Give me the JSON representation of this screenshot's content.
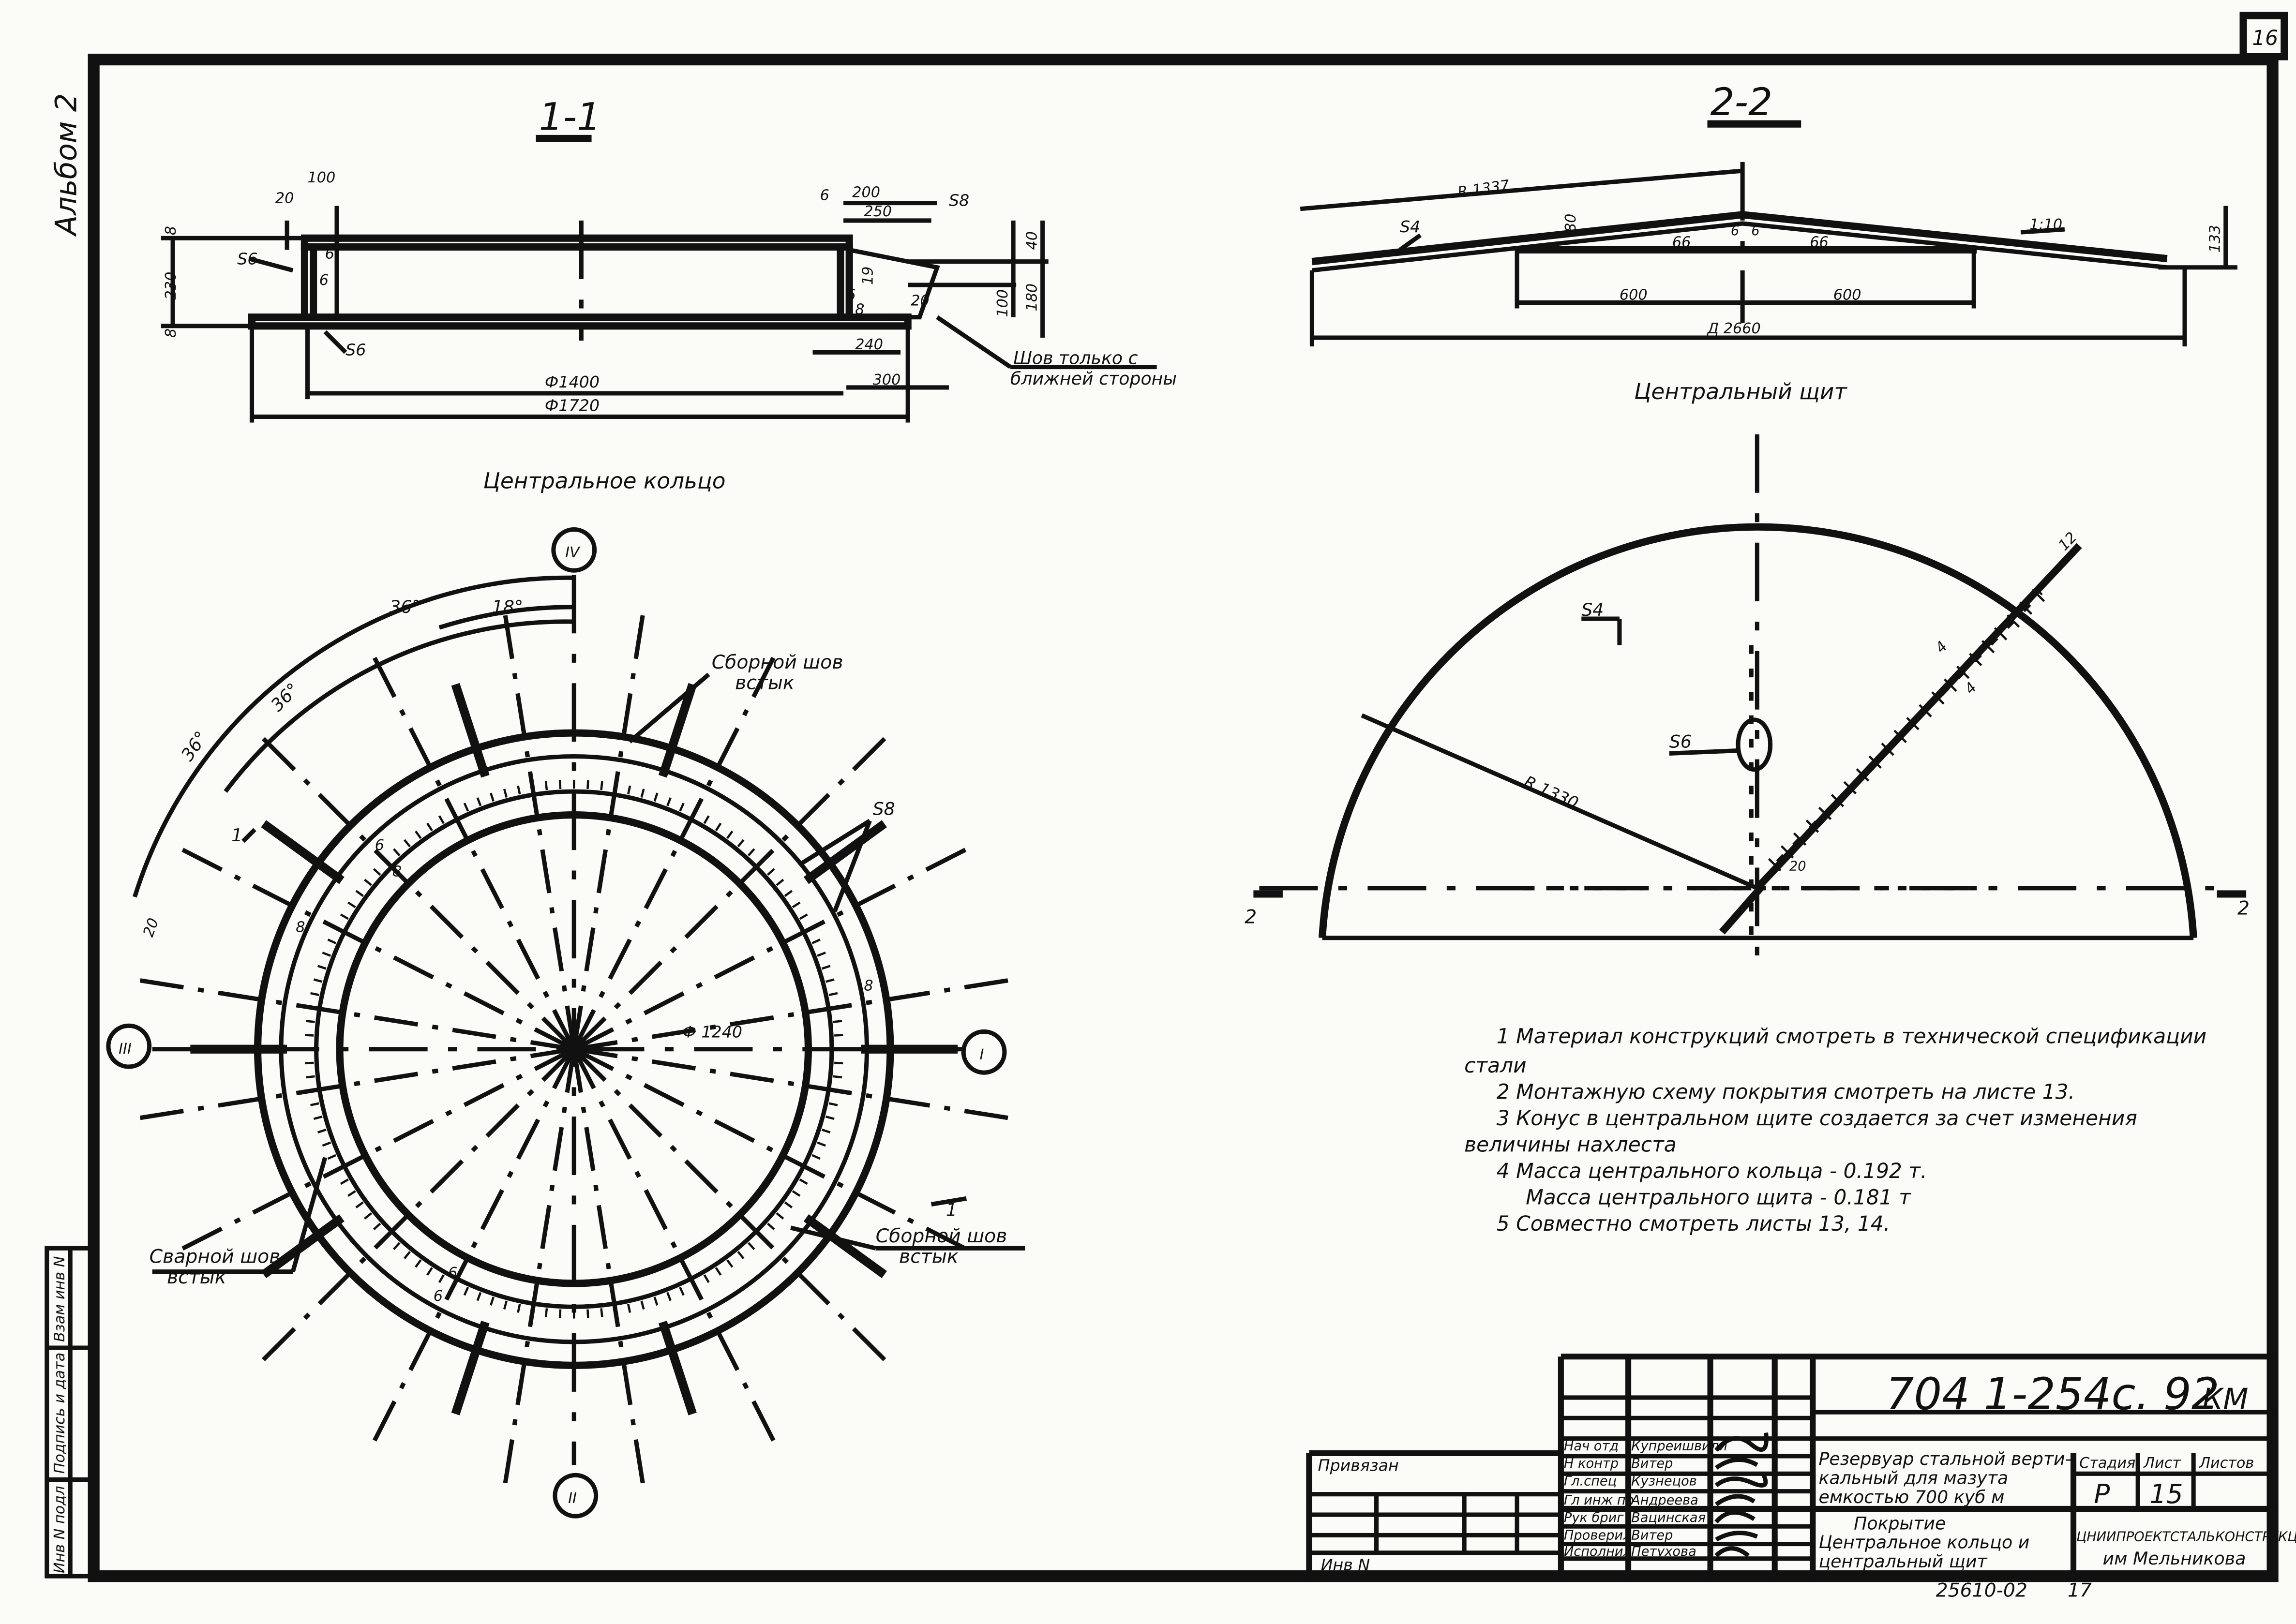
{
  "sheet": {
    "page_number": "16",
    "album": "Альбом 2"
  },
  "section_1": {
    "title": "1-1",
    "caption": "Центральное кольцо",
    "dims": {
      "d100": "100",
      "d20": "20",
      "d8a": "8",
      "d8b": "8",
      "d230": "230",
      "d6a": "6",
      "d6b": "6",
      "d6c": "6",
      "d200": "200",
      "d250": "250",
      "d40": "40",
      "d19": "19",
      "d20b": "20",
      "d100b": "100",
      "d180": "180",
      "d6d": "6",
      "d8c": "8",
      "d240": "240",
      "d300": "300",
      "phi1400": "Ф1400",
      "phi1720": "Ф1720"
    },
    "labels": {
      "s6a": "S6",
      "s6b": "S6",
      "s8": "S8"
    },
    "weld_note_1": "Шов только с",
    "weld_note_2": "ближней стороны"
  },
  "section_2": {
    "title": "2-2",
    "caption": "Центральный щит",
    "dims": {
      "r1337": "R 1337",
      "s4": "S4",
      "d80": "80",
      "d66a": "66",
      "d66b": "66",
      "d6a": "6",
      "d6b": "6",
      "slope": "1:10",
      "d133": "133",
      "d600a": "600",
      "d600b": "600",
      "d2660": "Д 2660"
    }
  },
  "ring_plan": {
    "axes": [
      "IV",
      "III",
      "I",
      "II"
    ],
    "angles": [
      "36°",
      "18°",
      "36°",
      "36°"
    ],
    "labels": {
      "weld_top_1": "Сборной шов",
      "weld_top_2": "встык",
      "s8": "S8",
      "phi1240": "Ф 1240",
      "weld_left_1": "Сварной шов",
      "weld_left_2": "встык",
      "weld_right_1": "Сборной шов",
      "weld_right_2": "встык",
      "cut1_left": "1",
      "cut1_right": "1",
      "d20": "20",
      "w6a": "6",
      "w8a": "8",
      "w8b": "8",
      "w6b": "6",
      "w6c": "6",
      "w8c": "8"
    }
  },
  "shield_plan": {
    "labels": {
      "s4": "S4",
      "s6": "S6",
      "r1330": "R 1330",
      "cut2_left": "2",
      "cut2_right": "2",
      "w4a": "4",
      "w4b": "4",
      "w12": "12",
      "w20": "20"
    }
  },
  "notes": [
    "1  Материал  конструкций  смотреть  в технической  спецификации",
    "стали",
    "2  Монтажную  схему  покрытия  смотреть  на  листе 13.",
    "3  Конус  в центральном  щите  создается  за счет  изменения",
    "величины  нахлеста",
    "4  Масса  центрального  кольца - 0.192 т.",
    "Масса  центрального  щита - 0.181 т",
    "5  Совместно  смотреть  листы 13, 14."
  ],
  "title_block": {
    "doc_code": "704  1-254с. 92",
    "mark": "КМ",
    "privyazan": "Привязан",
    "inv": "Инв N",
    "roles": [
      "Нач отд",
      "Н контр",
      "Гл.спец",
      "Гл инж пр",
      "Рук бриг",
      "Проверил",
      "Исполнил"
    ],
    "names": [
      "Купреишвили",
      "Витер",
      "Кузнецов",
      "Андреева",
      "Вацинская",
      "Витер",
      "Петухова"
    ],
    "project_1": "Резервуар стальной верти-",
    "project_2": "кальный для мазута",
    "project_3": "емкостью  700 куб м",
    "sheet_title_1": "Покрытие",
    "sheet_title_2": "Центральное кольцо и",
    "sheet_title_3": "центральный щит",
    "stage_label": "Стадия",
    "sheet_label": "Лист",
    "sheets_label": "Листов",
    "stage": "Р",
    "sheet_no": "15",
    "org_1": "ЦНИИПРОЕКТСТАЛЬКОНСТРУКЦИЯ",
    "org_2": "им Мельникова",
    "archive_no": "25610-02",
    "archive_sheet": "17"
  },
  "side_stamp": [
    "Инв N подл",
    "Подпись и дата",
    "Взам инв N"
  ]
}
